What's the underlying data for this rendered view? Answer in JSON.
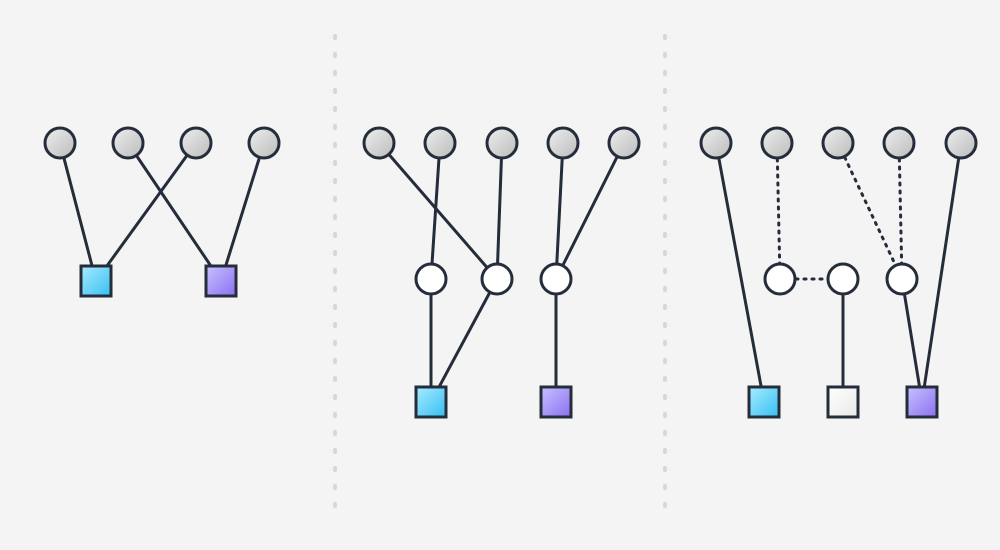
{
  "colors": {
    "background": "#f4f4f4",
    "stroke": "#252c3a",
    "divider": "#d7d7d7",
    "input_node_gradient": [
      "#eeeeee",
      "#bbbbbb"
    ],
    "hidden_node_fill": "#ffffff",
    "output_blue_gradient": [
      "#a9ebff",
      "#35bff2"
    ],
    "output_purple_gradient": [
      "#c7c1ff",
      "#8b6ff0"
    ],
    "output_white_gradient": [
      "#ffffff",
      "#e9e9e9"
    ]
  },
  "panels": [
    {
      "id": "panel-1",
      "inputs": 4,
      "hidden": 0,
      "outputs": [
        "blue",
        "purple"
      ]
    },
    {
      "id": "panel-2",
      "inputs": 5,
      "hidden": 3,
      "outputs": [
        "blue",
        "purple"
      ]
    },
    {
      "id": "panel-3",
      "inputs": 5,
      "hidden": 3,
      "outputs": [
        "blue",
        "white",
        "purple"
      ],
      "dotted_connections": true
    }
  ]
}
